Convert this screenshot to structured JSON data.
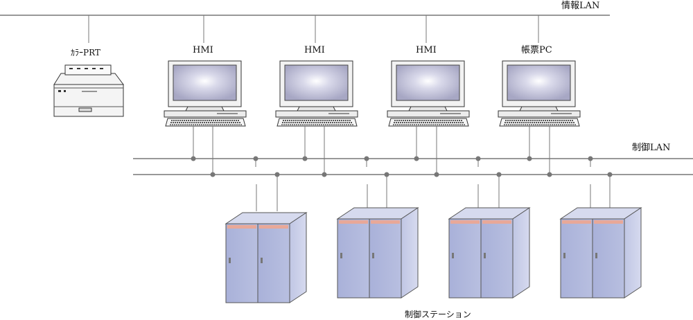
{
  "labels": {
    "info_lan": "情報LAN",
    "control_lan": "制御LAN",
    "color_printer": "ｶﾗｰPRT",
    "hmi_1": "HMI",
    "hmi_2": "HMI",
    "hmi_3": "HMI",
    "report_pc": "帳票PC",
    "control_stations": "制御ステーション"
  },
  "colors": {
    "line": "#777777",
    "station_front": "#aab2d8",
    "station_side": "#c8cde6",
    "station_top": "#d4d8ee",
    "station_stripe": "#e8a898",
    "screen": "#b9b9d2",
    "device_body": "#f4f4f4"
  },
  "icons": {
    "workstation": "crt-monitor-with-keyboard",
    "printer": "laser-printer",
    "control_station": "twin-cabinet"
  }
}
